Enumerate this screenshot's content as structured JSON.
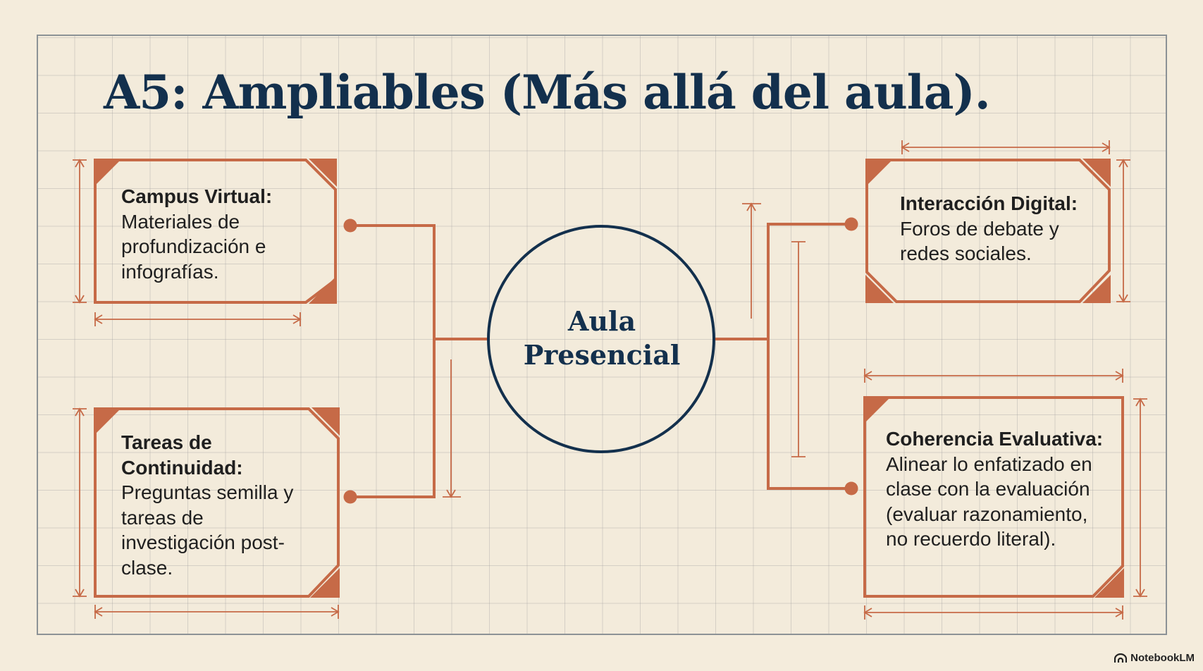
{
  "title": "A5: Ampliables (Más allá del aula).",
  "center": {
    "line1": "Aula",
    "line2": "Presencial"
  },
  "cards": [
    {
      "id": "campus-virtual",
      "heading": "Campus Virtual:",
      "body": "Materiales de profundización e infografías."
    },
    {
      "id": "tareas-continuidad",
      "heading": "Tareas de Continuidad:",
      "body": "Preguntas semilla y tareas de investigación post-clase."
    },
    {
      "id": "interaccion-digital",
      "heading": "Interacción Digital:",
      "body": "Foros de debate y redes sociales."
    },
    {
      "id": "coherencia-evaluativa",
      "heading": "Coherencia Evaluativa:",
      "body": "Alinear lo enfatizado en clase con la evaluación (evaluar razonamiento, no recuerdo literal)."
    }
  ],
  "brand": {
    "label": "NotebookLM",
    "icon": "notebooklm-logo-icon"
  },
  "colors": {
    "navy": "#13304d",
    "terracotta": "#c66a47",
    "background": "#f4ecdc",
    "grid": "#b9b5ab"
  }
}
